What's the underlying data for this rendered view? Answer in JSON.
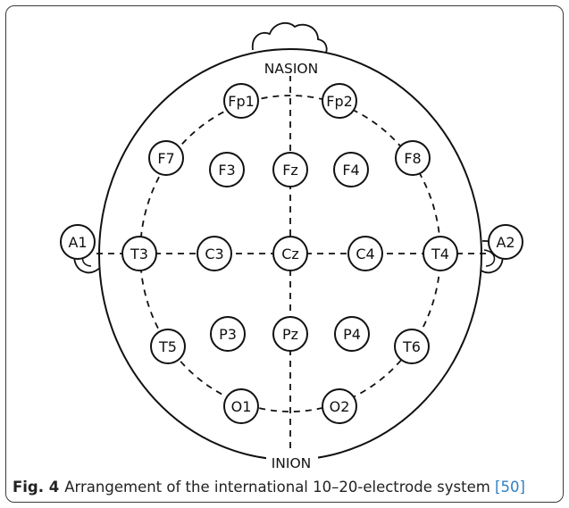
{
  "landmarks": {
    "top": "NASION",
    "bottom": "INION"
  },
  "electrodes": [
    {
      "label": "Fp1"
    },
    {
      "label": "Fp2"
    },
    {
      "label": "F7"
    },
    {
      "label": "F3"
    },
    {
      "label": "Fz"
    },
    {
      "label": "F4"
    },
    {
      "label": "F8"
    },
    {
      "label": "A1"
    },
    {
      "label": "T3"
    },
    {
      "label": "C3"
    },
    {
      "label": "Cz"
    },
    {
      "label": "C4"
    },
    {
      "label": "T4"
    },
    {
      "label": "A2"
    },
    {
      "label": "T5"
    },
    {
      "label": "P3"
    },
    {
      "label": "Pz"
    },
    {
      "label": "P4"
    },
    {
      "label": "T6"
    },
    {
      "label": "O1"
    },
    {
      "label": "O2"
    }
  ],
  "caption": {
    "label": "Fig. 4",
    "text": "Arrangement of the international 10–20-electrode system",
    "reference": "[50]"
  },
  "colors": {
    "stroke": "#111111",
    "caption_text": "#222222",
    "reference_link": "#2f7fc4"
  }
}
